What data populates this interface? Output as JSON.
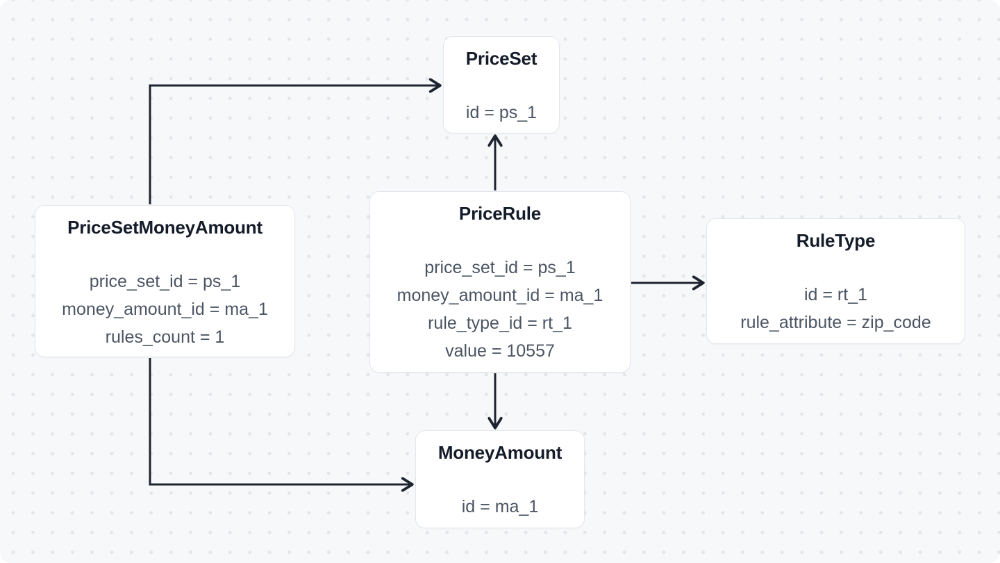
{
  "diagram": {
    "colors": {
      "canvas_background": "#f7f8fa",
      "dot_grid": "#e3e5ea",
      "card_background": "#ffffff",
      "card_border": "#e3e6ec",
      "title_text": "#141c29",
      "attribute_text": "#4b5563",
      "arrow": "#1d2430"
    },
    "boxes": {
      "price_set": {
        "title": "PriceSet",
        "attributes": [
          "id = ps_1"
        ]
      },
      "price_set_money_amount": {
        "title": "PriceSetMoneyAmount",
        "attributes": [
          "price_set_id = ps_1",
          "money_amount_id = ma_1",
          "rules_count = 1"
        ]
      },
      "price_rule": {
        "title": "PriceRule",
        "attributes": [
          "price_set_id = ps_1",
          "money_amount_id = ma_1",
          "rule_type_id = rt_1",
          "value = 10557"
        ]
      },
      "rule_type": {
        "title": "RuleType",
        "attributes": [
          "id = rt_1",
          "rule_attribute = zip_code"
        ]
      },
      "money_amount": {
        "title": "MoneyAmount",
        "attributes": [
          "id = ma_1"
        ]
      }
    },
    "connections": [
      {
        "from": "PriceSetMoneyAmount",
        "to": "PriceSet"
      },
      {
        "from": "PriceSetMoneyAmount",
        "to": "MoneyAmount"
      },
      {
        "from": "PriceRule",
        "to": "PriceSet"
      },
      {
        "from": "PriceRule",
        "to": "MoneyAmount"
      },
      {
        "from": "PriceRule",
        "to": "RuleType"
      }
    ]
  }
}
